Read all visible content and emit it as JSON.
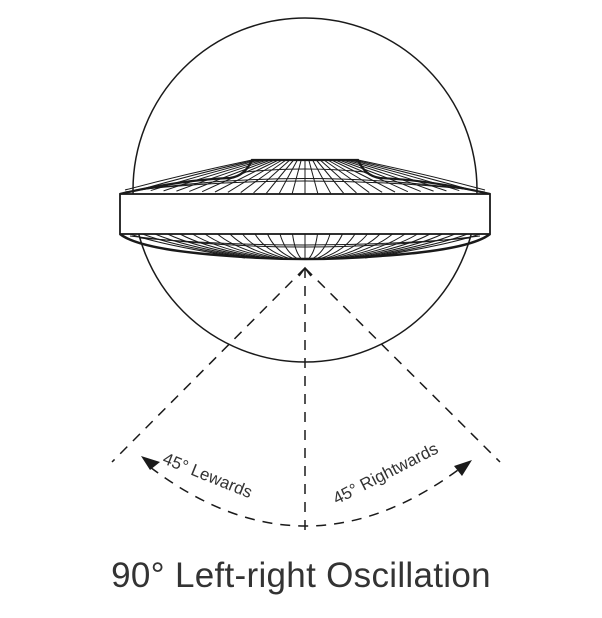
{
  "diagram": {
    "title": "90° Left-right Oscillation",
    "left_label": "45° Lewards",
    "right_label": "45° Rightwards",
    "line_color": "#1a1a1a"
  }
}
